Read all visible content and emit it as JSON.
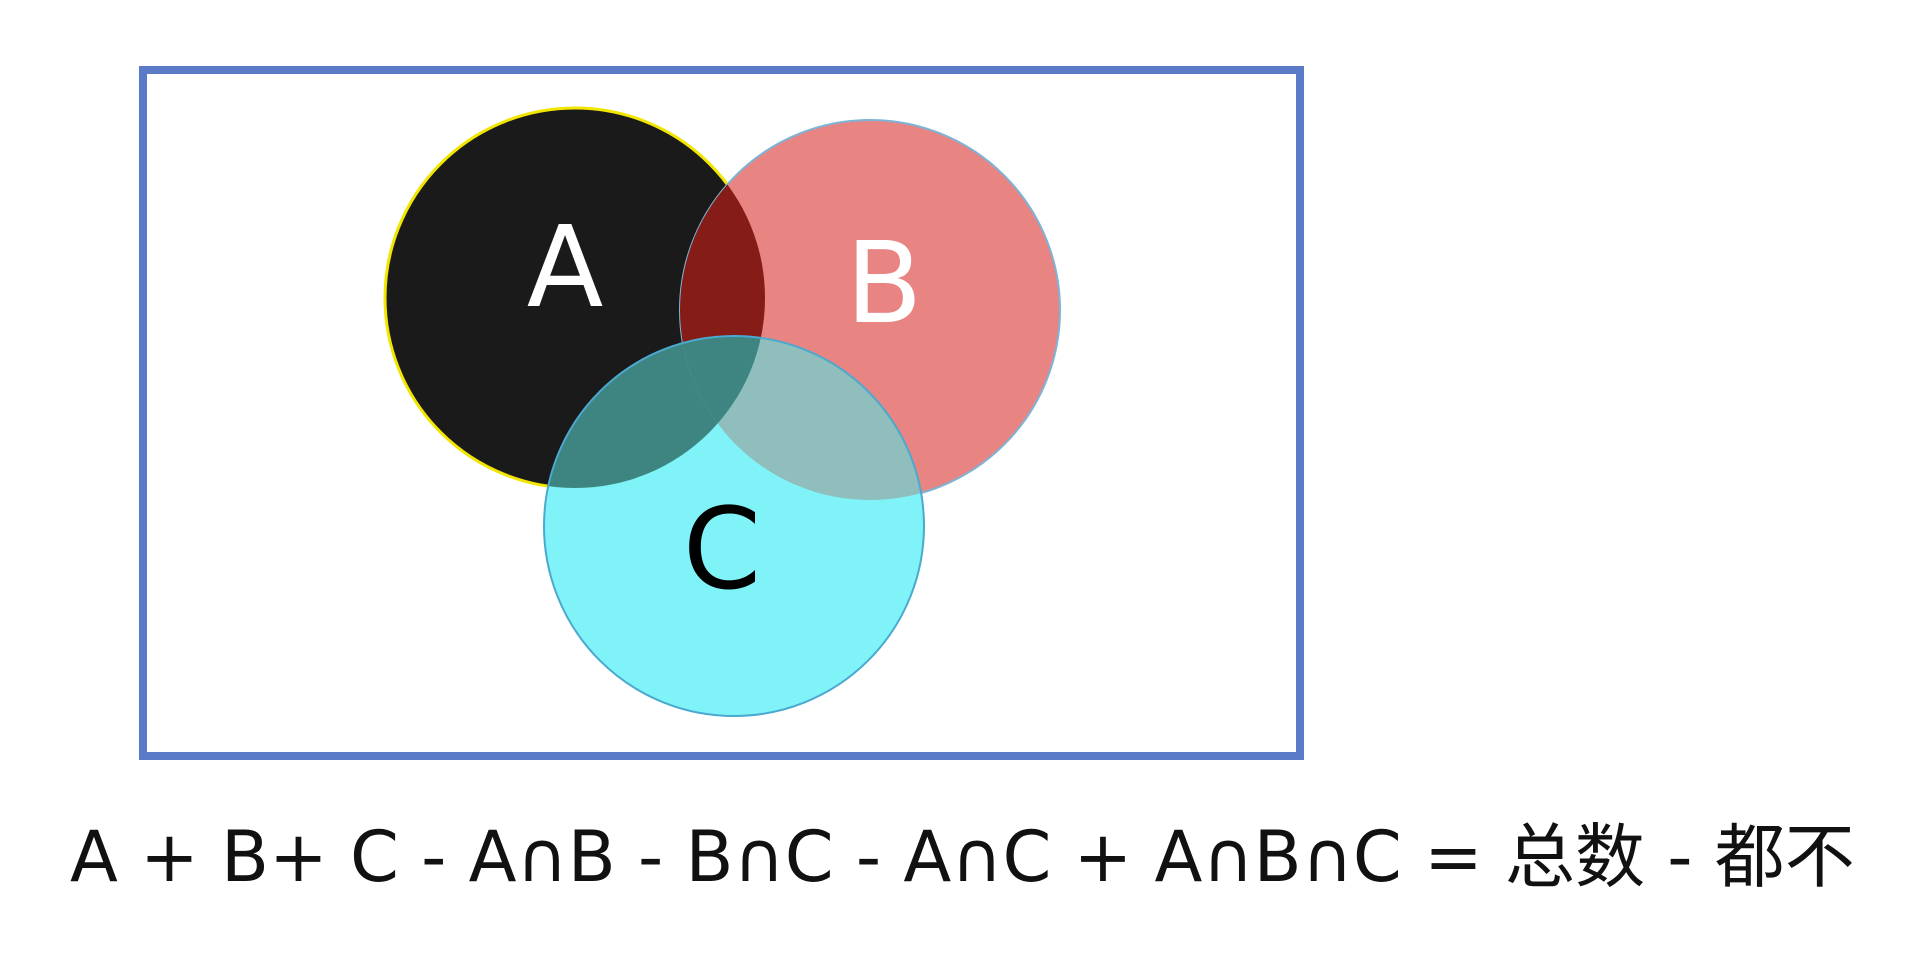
{
  "diagram": {
    "sets": {
      "a": {
        "label": "A",
        "fill": "#1a1a1a",
        "stroke": "#f2e600",
        "label_color": "#ffffff"
      },
      "b": {
        "label": "B",
        "fill": "#e88482",
        "stroke": "#7fb3d5",
        "label_color": "#ffffff"
      },
      "c": {
        "label": "C",
        "fill": "#7ff3f7",
        "stroke": "#4aa9cf",
        "label_color": "#000000"
      }
    },
    "overlap_colors": {
      "a_and_b": "#851c17",
      "a_and_c": "#3e8581",
      "b_and_c": "#8fbebd"
    },
    "frame_color": "#5b7bc9"
  },
  "formula": {
    "text": "A + B+ C - A∩B - B∩C - A∩C + A∩B∩C = 总数 - 都不"
  }
}
